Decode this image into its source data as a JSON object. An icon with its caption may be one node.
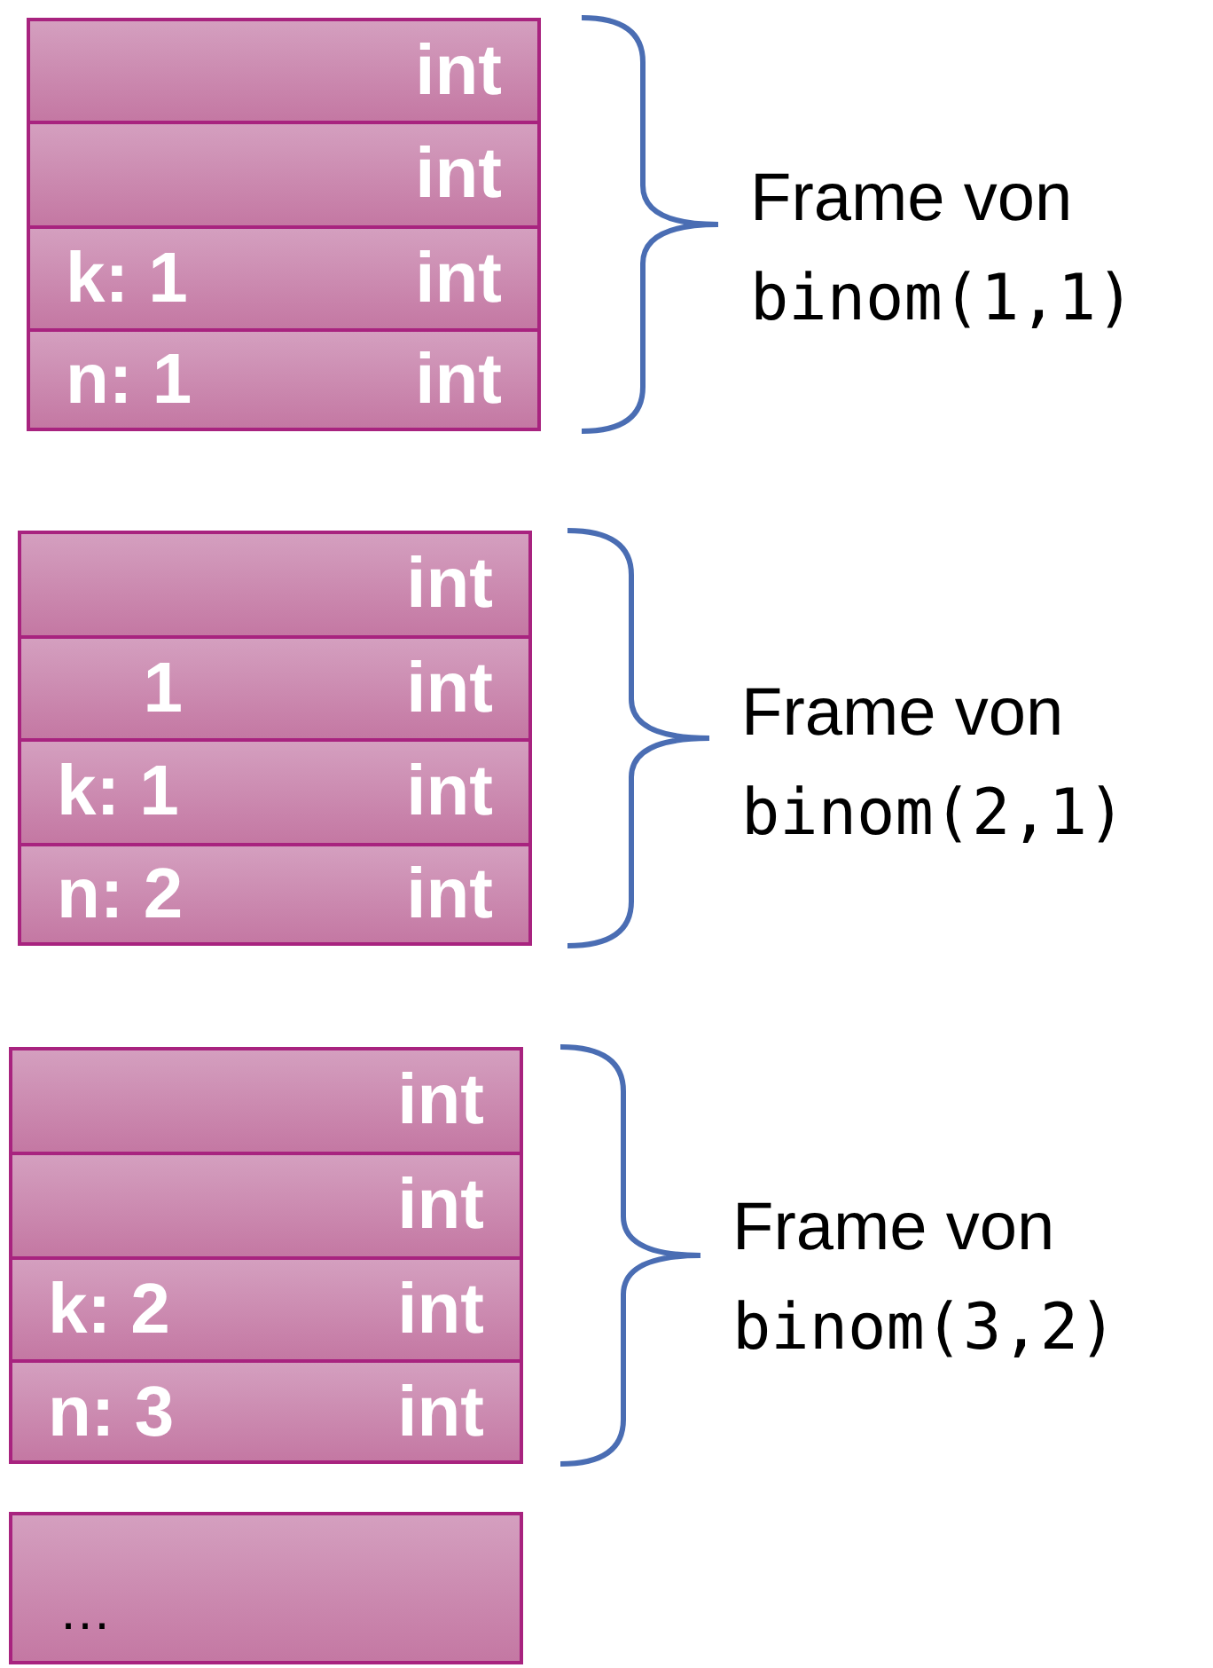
{
  "diagram": {
    "nodes": [
      {
        "text": [
          "int"
        ]
      },
      {
        "text": [
          "int"
        ]
      },
      {
        "text": [
          "k: 1",
          "int"
        ]
      },
      {
        "text": [
          "n: 1",
          "int"
        ]
      },
      {
        "text": [
          "int"
        ]
      },
      {
        "text": [
          "1",
          "int"
        ]
      },
      {
        "text": [
          "k: 1",
          "int"
        ]
      },
      {
        "text": [
          "n: 2",
          "int"
        ]
      },
      {
        "text": [
          "int"
        ]
      },
      {
        "text": [
          "int"
        ]
      },
      {
        "text": [
          "k: 2",
          "int"
        ]
      },
      {
        "text": [
          "n: 3",
          "int"
        ]
      },
      {
        "text": [
          "…"
        ]
      }
    ],
    "labels": [
      "Frame von",
      "binom(1,1)",
      "Frame von",
      "binom(2,1)",
      "Frame von",
      "binom(3,2)"
    ]
  }
}
